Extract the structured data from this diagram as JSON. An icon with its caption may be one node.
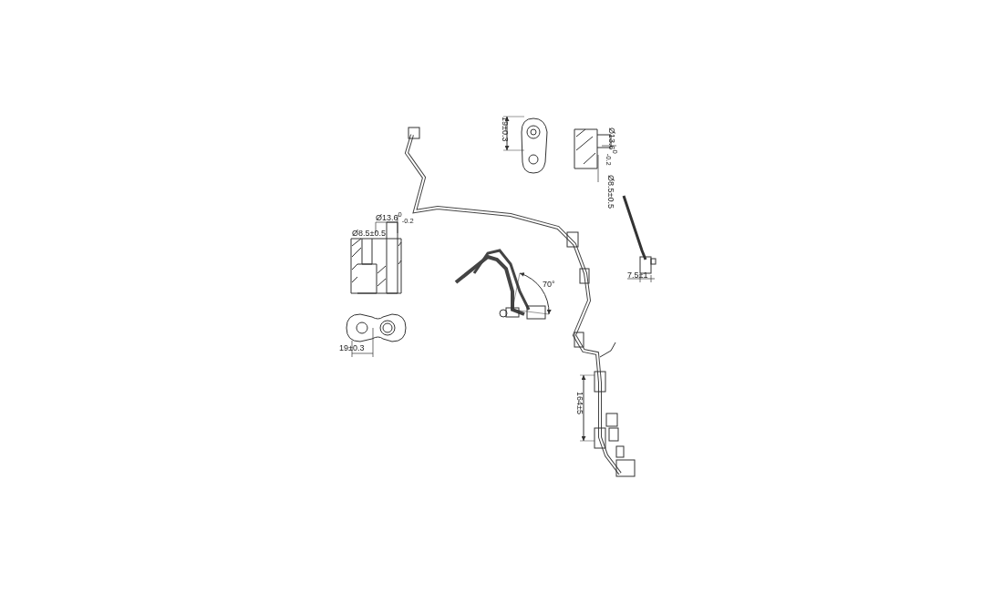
{
  "diagram": {
    "labels": [
      "19±0.3",
      "Ø13.6$^{0}$$_{-0.2}$",
      "Ø8.5±0.5",
      "Ø13.6$^{0}$$_{-0.2}$",
      "Ø8.5±0.5",
      "70°",
      "7.5±1",
      "19±0.3",
      "164±5"
    ]
  }
}
